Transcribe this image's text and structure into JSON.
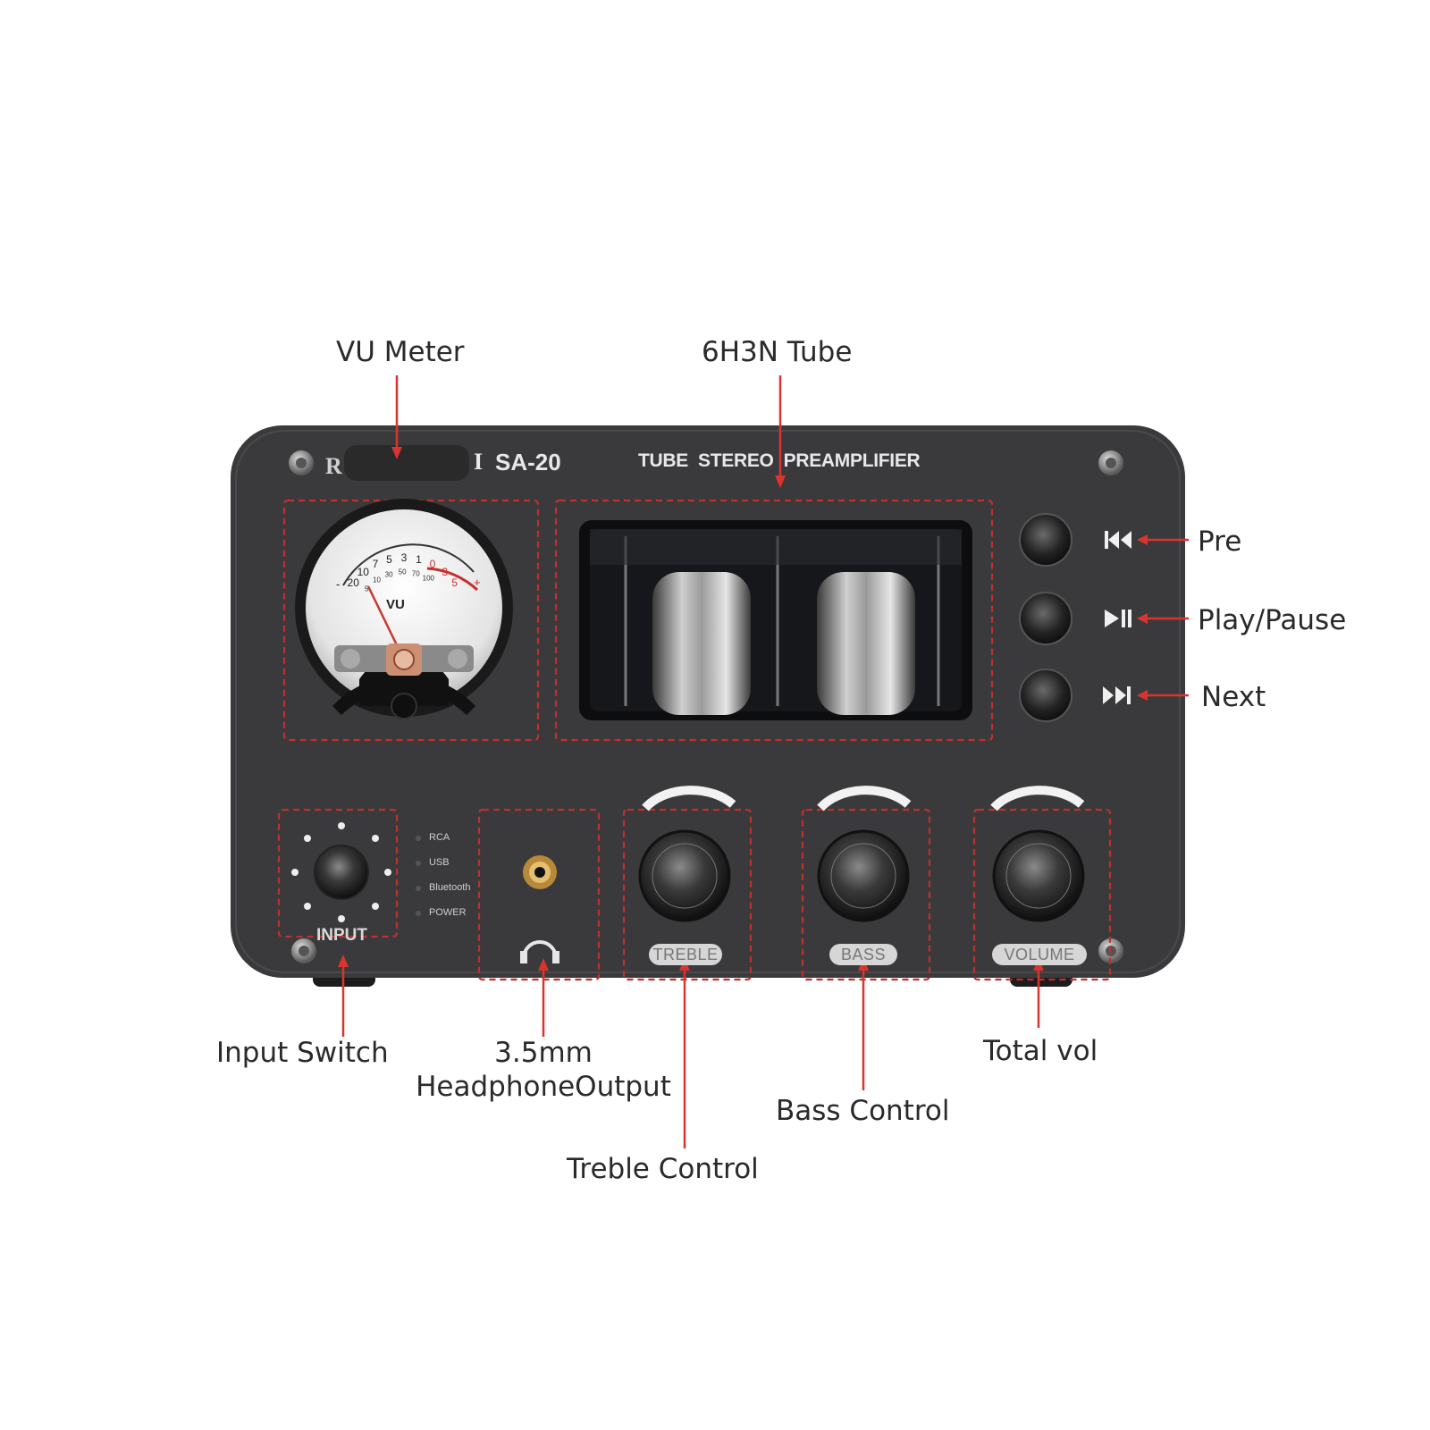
{
  "device": {
    "brand_text": "I",
    "model": "SA-20",
    "subtitle": "TUBE  STEREO  PREAMPLIFIER",
    "input_label": "INPUT",
    "led_labels": [
      "RCA",
      "USB",
      "Bluetooth",
      "POWER"
    ],
    "knob_labels": {
      "treble": "TREBLE",
      "bass": "BASS",
      "volume": "VOLUME"
    },
    "vu": {
      "label": "VU",
      "scale_db": [
        "20",
        "10",
        "7",
        "5",
        "3",
        "1",
        "0",
        "3",
        "5"
      ],
      "scale_pct": [
        "5",
        "10",
        "30",
        "50",
        "70",
        "100"
      ],
      "minus_sign": "-",
      "plus_sign": "+"
    }
  },
  "callouts": {
    "vu_meter": "VU Meter",
    "tube": "6H3N Tube",
    "pre": "Pre",
    "play_pause": "Play/Pause",
    "next": "Next",
    "input_switch": "Input Switch",
    "headphone_line1": "3.5mm",
    "headphone_line2": "HeadphoneOutput",
    "treble_control": "Treble Control",
    "bass_control": "Bass Control",
    "total_vol": "Total vol"
  },
  "colors": {
    "panel": "#3a3a3c",
    "dashed_outline": "#c0302e",
    "arrow": "#d9342f",
    "callout_text": "#2a2a2a"
  }
}
